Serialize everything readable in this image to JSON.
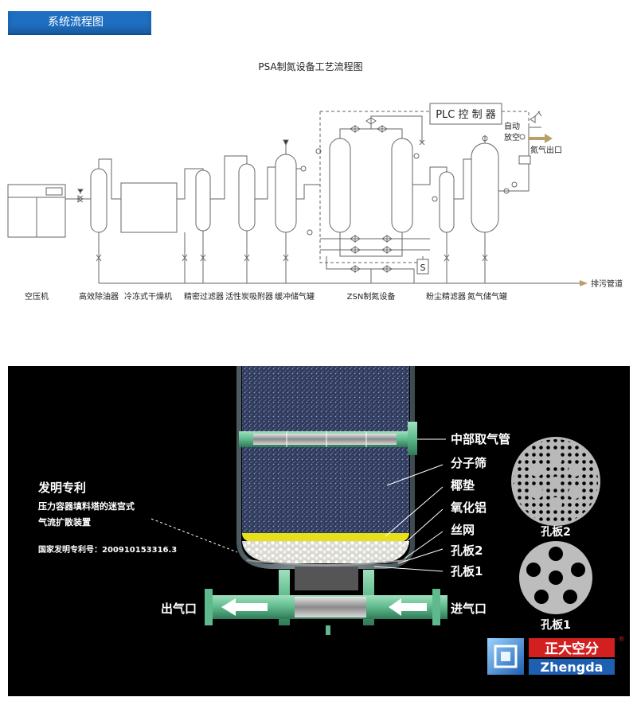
{
  "header": {
    "title": "系统流程图"
  },
  "flow": {
    "title": "PSA制氮设备工艺流程图",
    "plc_label": "PLC 控 制 器",
    "auto_vent": [
      "自动",
      "放空"
    ],
    "outlet_label": "氮气出口",
    "s_label": "S",
    "drain_label": "排污管道",
    "equipment": [
      "空压机",
      "高效除油器",
      "冷冻式干燥机",
      "精密过滤器",
      "活性炭吸附器",
      "缓冲储气罐",
      "ZSN制氮设备",
      "粉尘精滤器",
      "氮气储气罐"
    ]
  },
  "cutaway": {
    "patent_title": "发明专利",
    "patent_desc": [
      "压力容器填料塔的迷宫式",
      "气流扩散装置"
    ],
    "patent_no": "国家发明专利号：200910153316.3",
    "labels": [
      "中部取气管",
      "分子筛",
      "椰垫",
      "氧化铝",
      "丝网",
      "孔板2",
      "孔板1"
    ],
    "outlet": "出气口",
    "inlet": "进气口",
    "plate2_caption": "孔板2",
    "plate1_caption": "孔板1"
  },
  "brand": {
    "cn": "正大空分",
    "en": "Zhengda",
    "reg": "®"
  },
  "colors": {
    "header_blue": "#1e6fc2",
    "pipe_green": "#6cc39a",
    "cloth_yellow": "#e7e01a",
    "brand_red": "#d21f1f",
    "brand_blue": "#1d5fb0",
    "arrow_tan": "#b8a06a"
  }
}
